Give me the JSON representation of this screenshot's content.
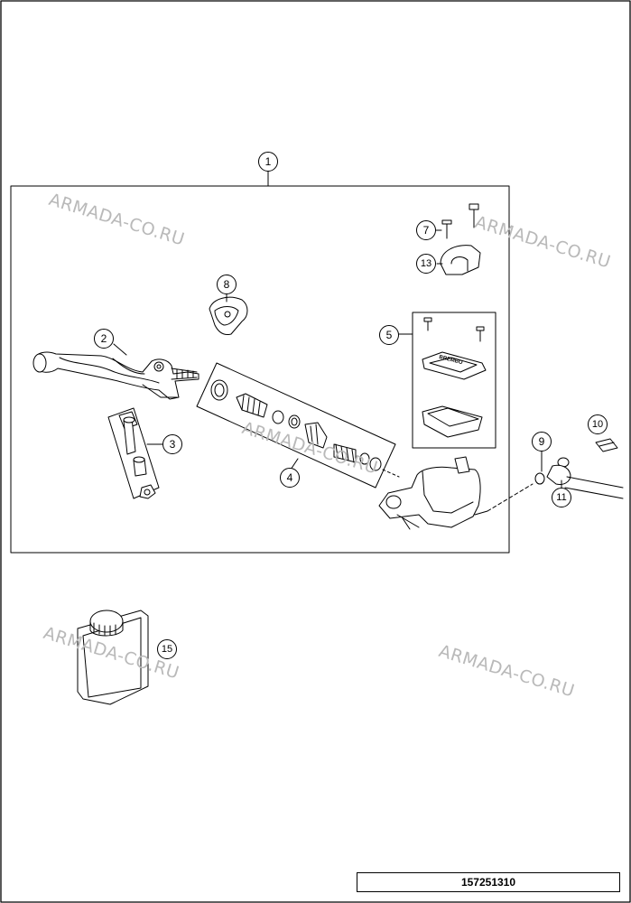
{
  "watermark": {
    "text": "ARMADA-CO.RU"
  },
  "callouts": {
    "p1": "1",
    "p2": "2",
    "p3": "3",
    "p4": "4",
    "p5": "5",
    "p7": "7",
    "p8": "8",
    "p9": "9",
    "p10": "10",
    "p11": "11",
    "p13": "13",
    "p15": "15"
  },
  "document_number": "157251310",
  "cover_label": "BREMBO"
}
